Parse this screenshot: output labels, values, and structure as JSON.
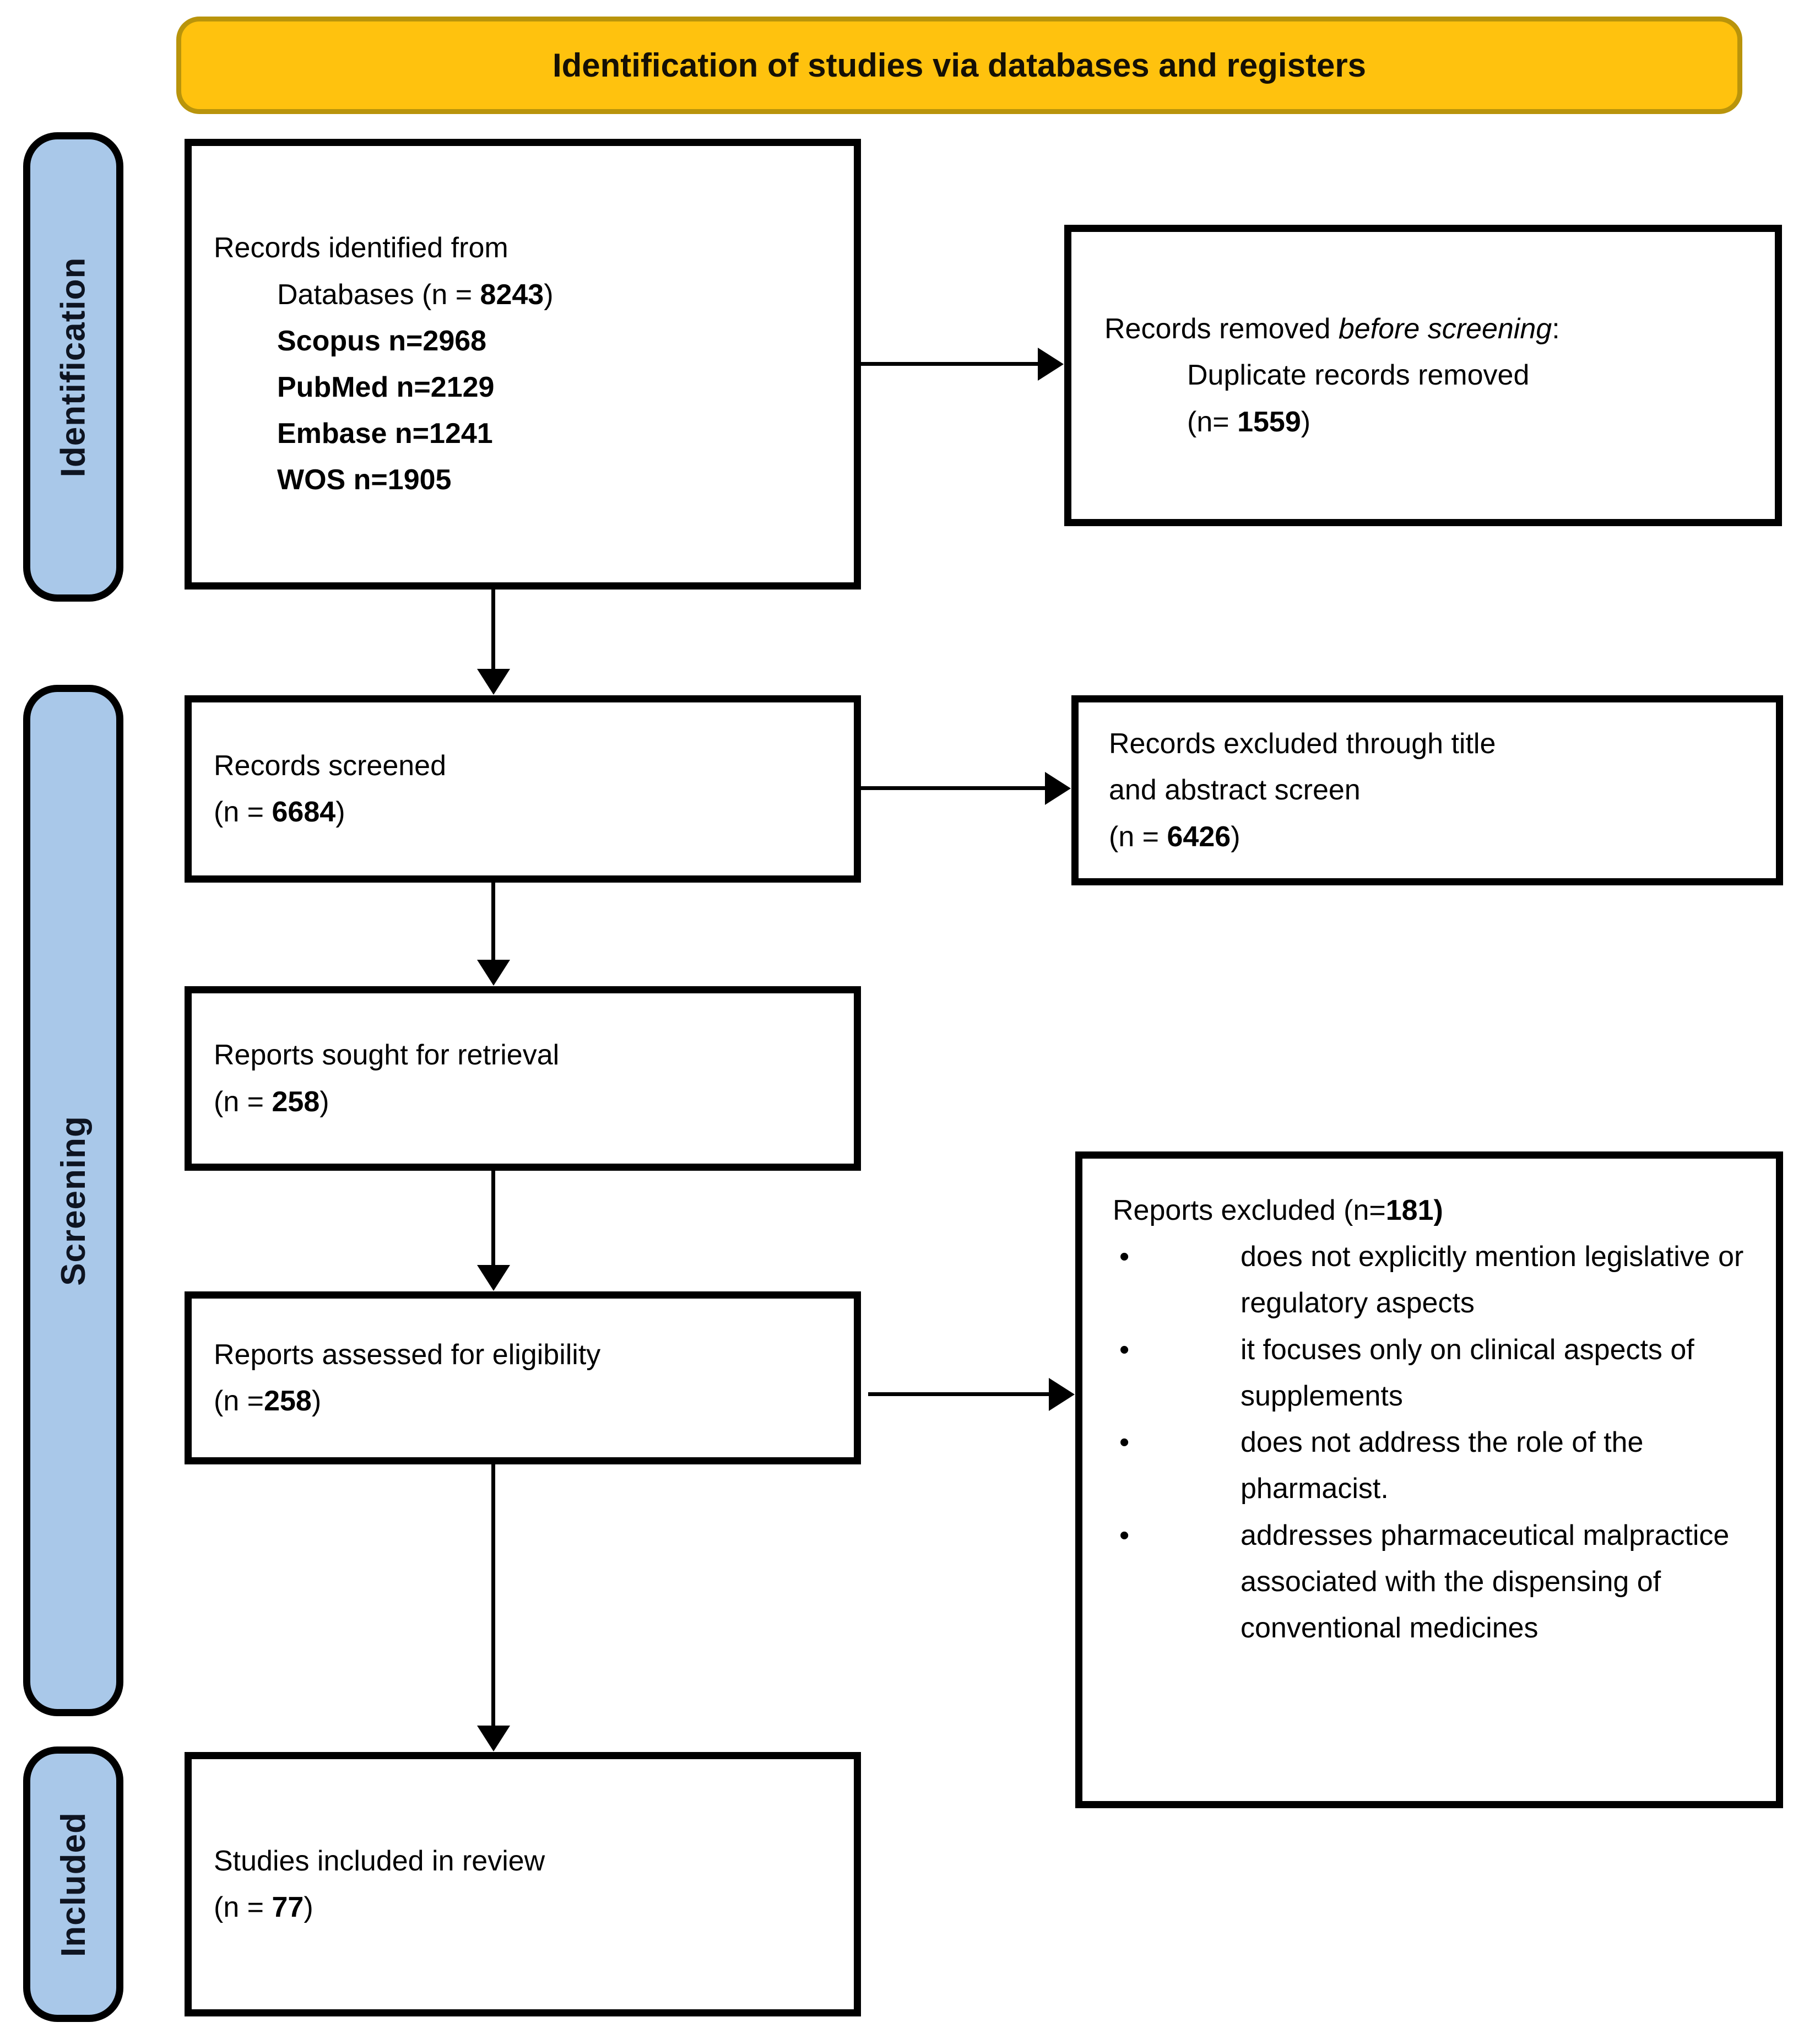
{
  "banner": {
    "title": "Identification of studies via databases and registers"
  },
  "stages": {
    "identification": "Identification",
    "screening": "Screening",
    "included": "Included"
  },
  "boxes": {
    "identified": {
      "intro": "Records identified from",
      "databases_pre": "Databases (n = ",
      "databases_n": "8243",
      "databases_post": ")",
      "sources": [
        "Scopus n=2968",
        "PubMed n=2129",
        "Embase n=1241",
        "WOS n=1905"
      ]
    },
    "removed": {
      "pre": "Records removed ",
      "italic": "before screening",
      "post": ":",
      "detail": "Duplicate records removed",
      "n_pre": "(n= ",
      "n": "1559",
      "n_post": ")"
    },
    "screened": {
      "label": "Records screened",
      "n_pre": "(n = ",
      "n": "6684",
      "n_post": ")"
    },
    "excluded_title": {
      "line1": "Records excluded through title",
      "line2": "and abstract screen",
      "n_pre": "(n = ",
      "n": "6426",
      "n_post": ")"
    },
    "sought": {
      "label": "Reports sought for retrieval",
      "n_pre": "(n = ",
      "n": "258",
      "n_post": ")"
    },
    "assessed": {
      "label": "Reports assessed for eligibility",
      "n_pre": "(n =",
      "n": "258",
      "n_post": ")"
    },
    "reports_excluded": {
      "header_pre": "Reports excluded (n=",
      "header_n": "181)",
      "bullets": [
        "does not explicitly mention legislative or regulatory aspects",
        "it focuses only on clinical aspects of supplements",
        "does not address the role of the pharmacist.",
        "addresses pharmaceutical malpractice associated with the dispensing of conventional medicines"
      ]
    },
    "included_box": {
      "label": "Studies included in review",
      "n_pre": "(n = ",
      "n": "77",
      "n_post": ")"
    }
  },
  "colors": {
    "banner_fill": "#FFC20E",
    "banner_border": "#B9940B",
    "stage_fill": "#A9C8E9",
    "arrow": "#000000"
  }
}
